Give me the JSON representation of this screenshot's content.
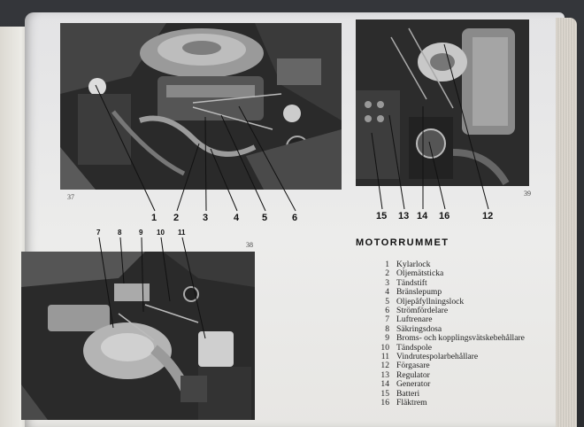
{
  "photo_top_left": {
    "page_number": "37",
    "callouts": [
      "1",
      "2",
      "3",
      "4",
      "5",
      "6"
    ]
  },
  "photo_top_right": {
    "page_number": "39",
    "callouts": [
      "15",
      "13",
      "14",
      "16",
      "12"
    ]
  },
  "photo_bottom_left": {
    "page_number": "38",
    "callouts": [
      "7",
      "8",
      "9",
      "10",
      "11"
    ]
  },
  "legend": {
    "title": "MOTORRUMMET",
    "items": [
      {
        "n": "1",
        "label": "Kylarlock"
      },
      {
        "n": "2",
        "label": "Oljemätsticka"
      },
      {
        "n": "3",
        "label": "Tändstift"
      },
      {
        "n": "4",
        "label": "Bränslepump"
      },
      {
        "n": "5",
        "label": "Oljepåfyllningslock"
      },
      {
        "n": "6",
        "label": "Strömfördelare"
      },
      {
        "n": "7",
        "label": "Luftrenare"
      },
      {
        "n": "8",
        "label": "Säkringsdosa"
      },
      {
        "n": "9",
        "label": "Broms- och kopplingsvätskebehållare"
      },
      {
        "n": "10",
        "label": "Tändspole"
      },
      {
        "n": "11",
        "label": "Vindrutespolarbehållare"
      },
      {
        "n": "12",
        "label": "Förgasare"
      },
      {
        "n": "13",
        "label": "Regulator"
      },
      {
        "n": "14",
        "label": "Generator"
      },
      {
        "n": "15",
        "label": "Batteri"
      },
      {
        "n": "16",
        "label": "Fläktrem"
      }
    ]
  }
}
